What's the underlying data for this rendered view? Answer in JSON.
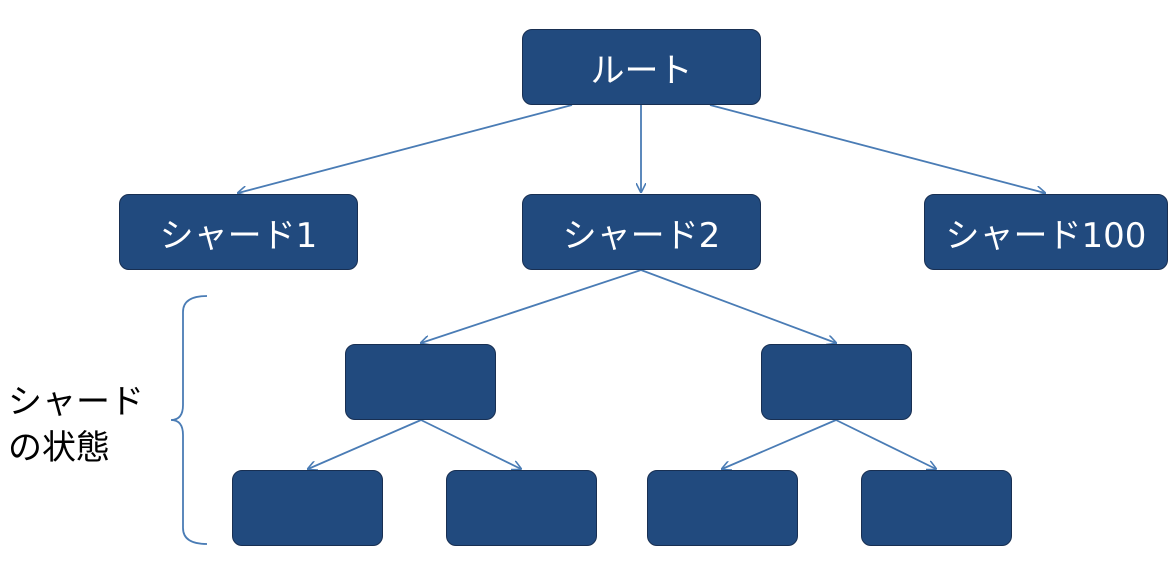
{
  "diagram": {
    "nodes": {
      "root": "ルート",
      "shard1": "シャード1",
      "shard2": "シャード2",
      "shard100": "シャード100"
    },
    "state_label": {
      "line1": "シャード",
      "line2": "の状態"
    },
    "colors": {
      "node_fill": "#214a7e",
      "arrow": "#4a7cb5",
      "brace": "#4a7cb5"
    }
  }
}
